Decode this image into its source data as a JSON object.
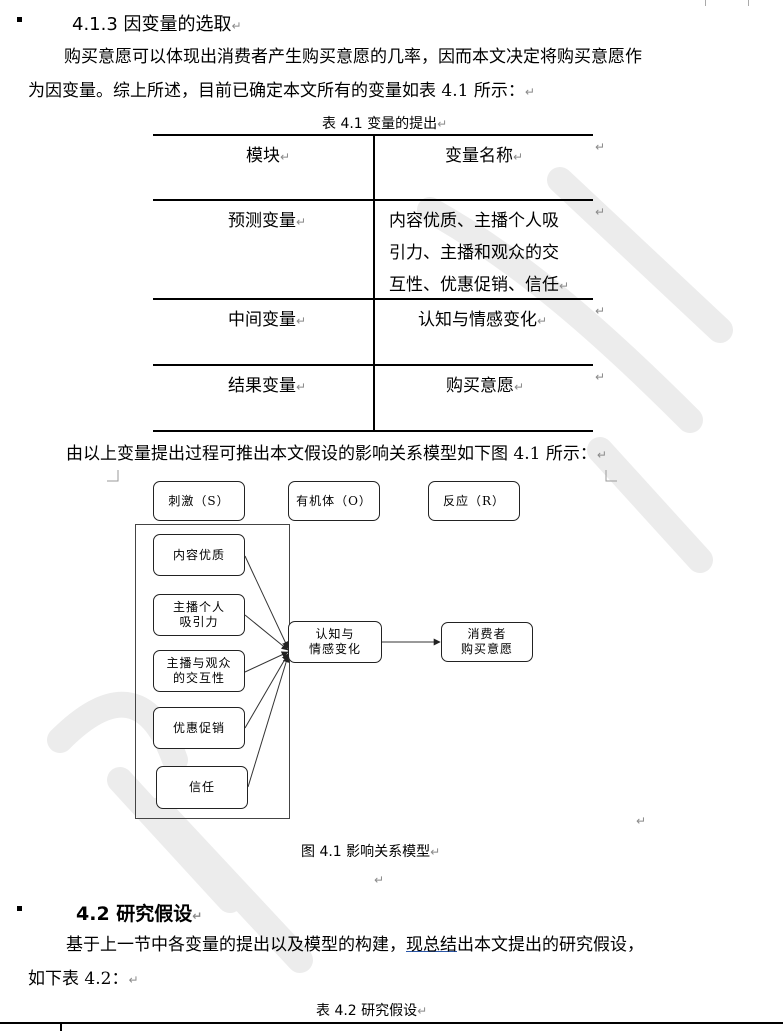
{
  "section_413": {
    "heading": "4.1.3 因变量的选取"
  },
  "para1": {
    "line1": "购买意愿可以体现出消费者产生购买意愿的几率，因而本文决定将购买意愿作",
    "line2": "为因变量。综上所述，目前已确定本文所有的变量如表 4.1 所示："
  },
  "table41": {
    "caption": "表 4.1  变量的提出",
    "headers": [
      "模块",
      "变量名称"
    ],
    "rows": [
      {
        "module": "预测变量",
        "vars": [
          "内容优质、主播个人吸",
          "引力、主播和观众的交",
          "互性、优惠促销、信任"
        ]
      },
      {
        "module": "中间变量",
        "vars": [
          "认知与情感变化"
        ]
      },
      {
        "module": "结果变量",
        "vars": [
          "购买意愿"
        ]
      }
    ]
  },
  "para2": {
    "line1": "由以上变量提出过程可推出本文假设的影响关系模型如下图 4.1 所示："
  },
  "figure41": {
    "headers": [
      "刺激（S）",
      "有机体（O）",
      "反应（R）"
    ],
    "inputs": [
      "内容优质",
      "主播个人\n吸引力",
      "主播与观众\n的交互性",
      "优惠促销",
      "信任"
    ],
    "middle": "认知与\n情感变化",
    "output": "消费者\n购买意愿",
    "caption": "图 4.1  影响关系模型"
  },
  "section_42": {
    "heading": "4.2 研究假设"
  },
  "para3": {
    "line1_a": "基于上一节中各变量的提出以及模型的构建，",
    "line1_link": "现总结",
    "line1_b": "出本文提出的研究假设，",
    "line2": "如下表 4.2："
  },
  "table42": {
    "caption": "表 4.2  研究假设"
  },
  "marks": {
    "paragraph": "↵"
  },
  "colors": {
    "text": "#000000",
    "paragraph_mark": "#8a8a8a",
    "link_underline": "#2b57a8",
    "watermark": "#ececec"
  }
}
